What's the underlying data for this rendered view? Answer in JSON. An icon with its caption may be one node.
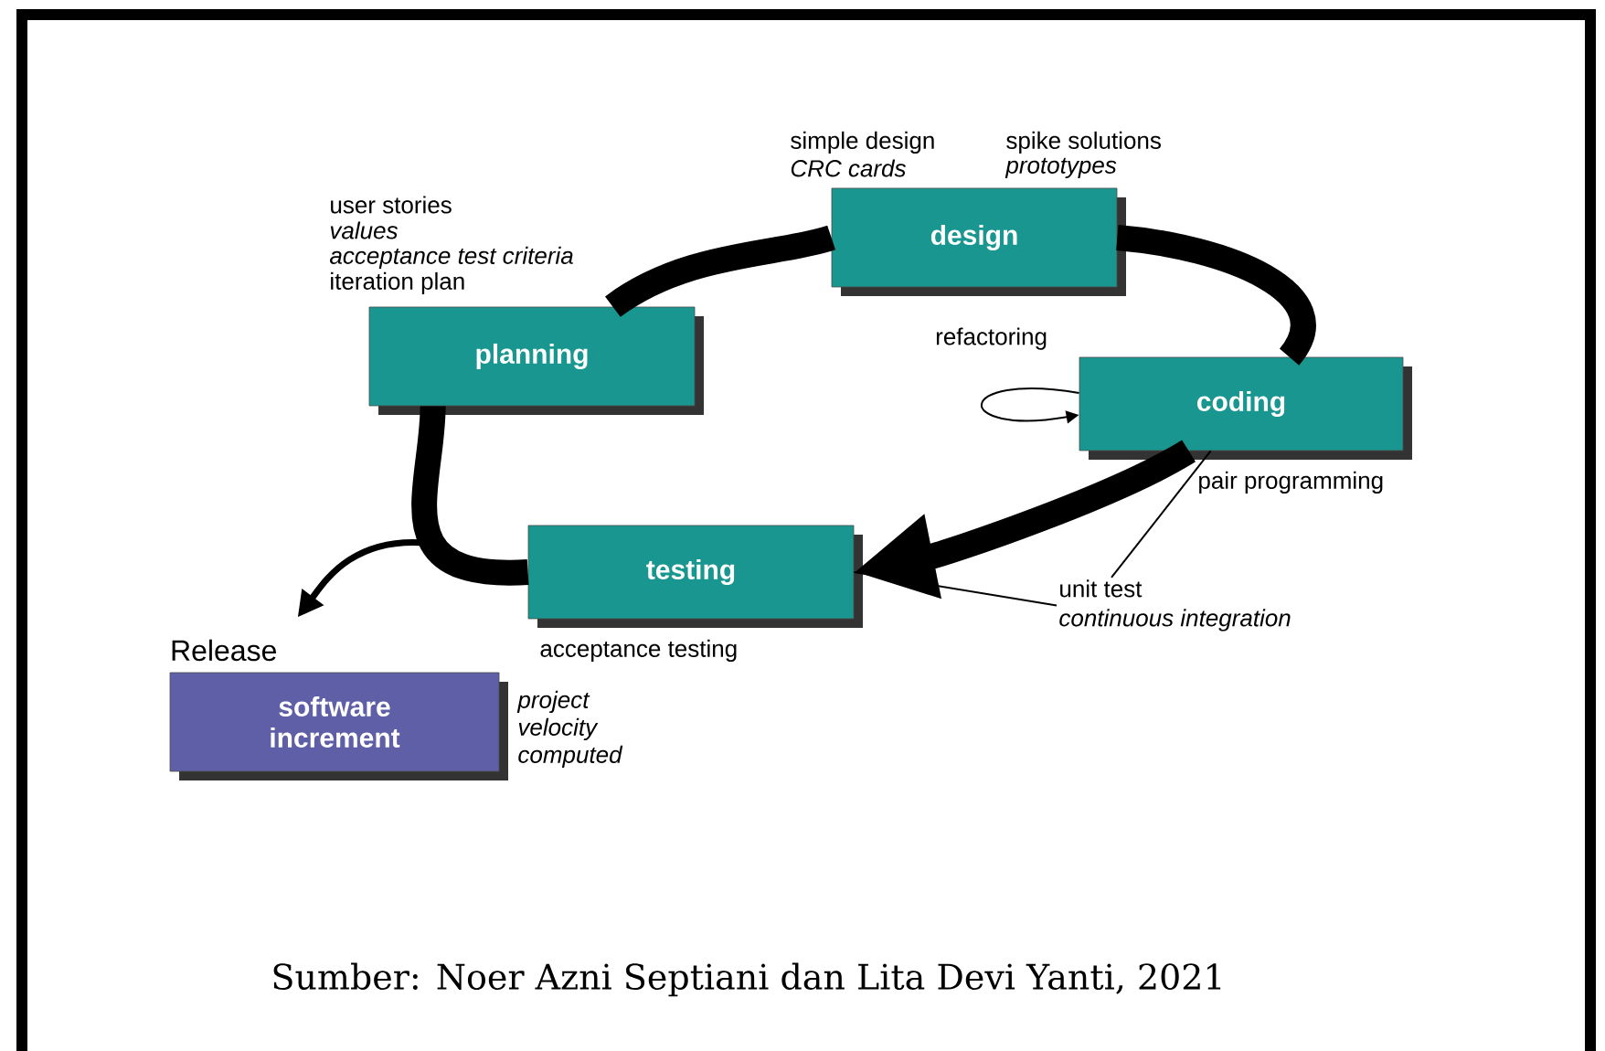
{
  "diagram": {
    "caption": "Sumber: Noer Azni Septiani dan Lita Devi Yanti, 2021",
    "nodes": [
      {
        "text": [
          "planning"
        ],
        "beside": [
          "user stories",
          "values",
          "acceptance test criteria",
          "iteration plan"
        ]
      },
      {
        "text": [
          "design"
        ],
        "beside": [
          "simple design",
          "CRC cards",
          "spike solutions",
          "prototypes"
        ]
      },
      {
        "text": [
          "coding"
        ],
        "beside": [
          "pair programming"
        ]
      },
      {
        "text": [
          "testing"
        ],
        "beside": [
          "acceptance testing"
        ]
      },
      {
        "text": [
          "Release",
          "software increment"
        ],
        "beside": [
          "project velocity computed"
        ]
      },
      {
        "text": [
          "unit test",
          "continuous integration"
        ]
      }
    ],
    "edges": [
      {
        "from": 0,
        "to": 1,
        "arrow": "none",
        "style": "thick"
      },
      {
        "from": 1,
        "to": 2,
        "arrow": "none",
        "style": "thick"
      },
      {
        "from": 2,
        "to": 3,
        "arrow": "to",
        "style": "thick"
      },
      {
        "from": 3,
        "to": 0,
        "arrow": "none",
        "style": "thick"
      },
      {
        "from": 3,
        "to": 4,
        "arrow": "to"
      },
      {
        "from": 2,
        "to": 2,
        "arrow": "to",
        "label": "refactoring"
      },
      {
        "from": 5,
        "to": 3,
        "arrow": "none"
      },
      {
        "from": 5,
        "to": 2,
        "arrow": "none"
      }
    ]
  }
}
